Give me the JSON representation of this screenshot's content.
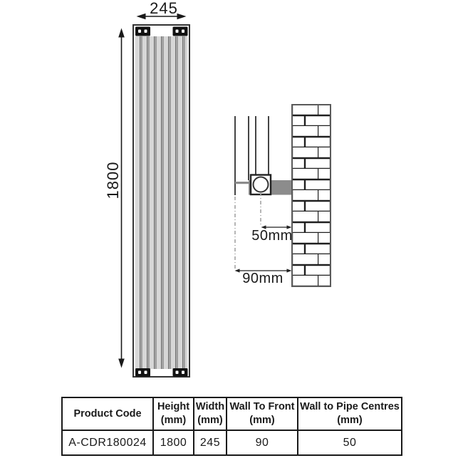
{
  "diagram": {
    "front_view": {
      "width_label": "245",
      "height_label": "1800"
    },
    "side_view": {
      "pipe_centre_label": "50mm",
      "wall_to_front_label": "90mm"
    }
  },
  "table": {
    "headers": [
      {
        "title": "Product Code",
        "unit": ""
      },
      {
        "title": "Height",
        "unit": "(mm)"
      },
      {
        "title": "Width",
        "unit": "(mm)"
      },
      {
        "title": "Wall To Front",
        "unit": "(mm)"
      },
      {
        "title": "Wall to Pipe Centres",
        "unit": "(mm)"
      }
    ],
    "values": [
      "A-CDR180024",
      "1800",
      "245",
      "90",
      "50"
    ]
  },
  "colors": {
    "fin_light": "#d7d7d7",
    "fin_mid": "#b0b0b0",
    "fin_line": "#6e6e6e",
    "bracket_black": "#111111",
    "mount_bar_gray": "#8c8c8c",
    "line_dark": "#333333",
    "mortar_dark": "#1f1f1f",
    "table_border": "#1a1a1a",
    "background": "#ffffff"
  }
}
